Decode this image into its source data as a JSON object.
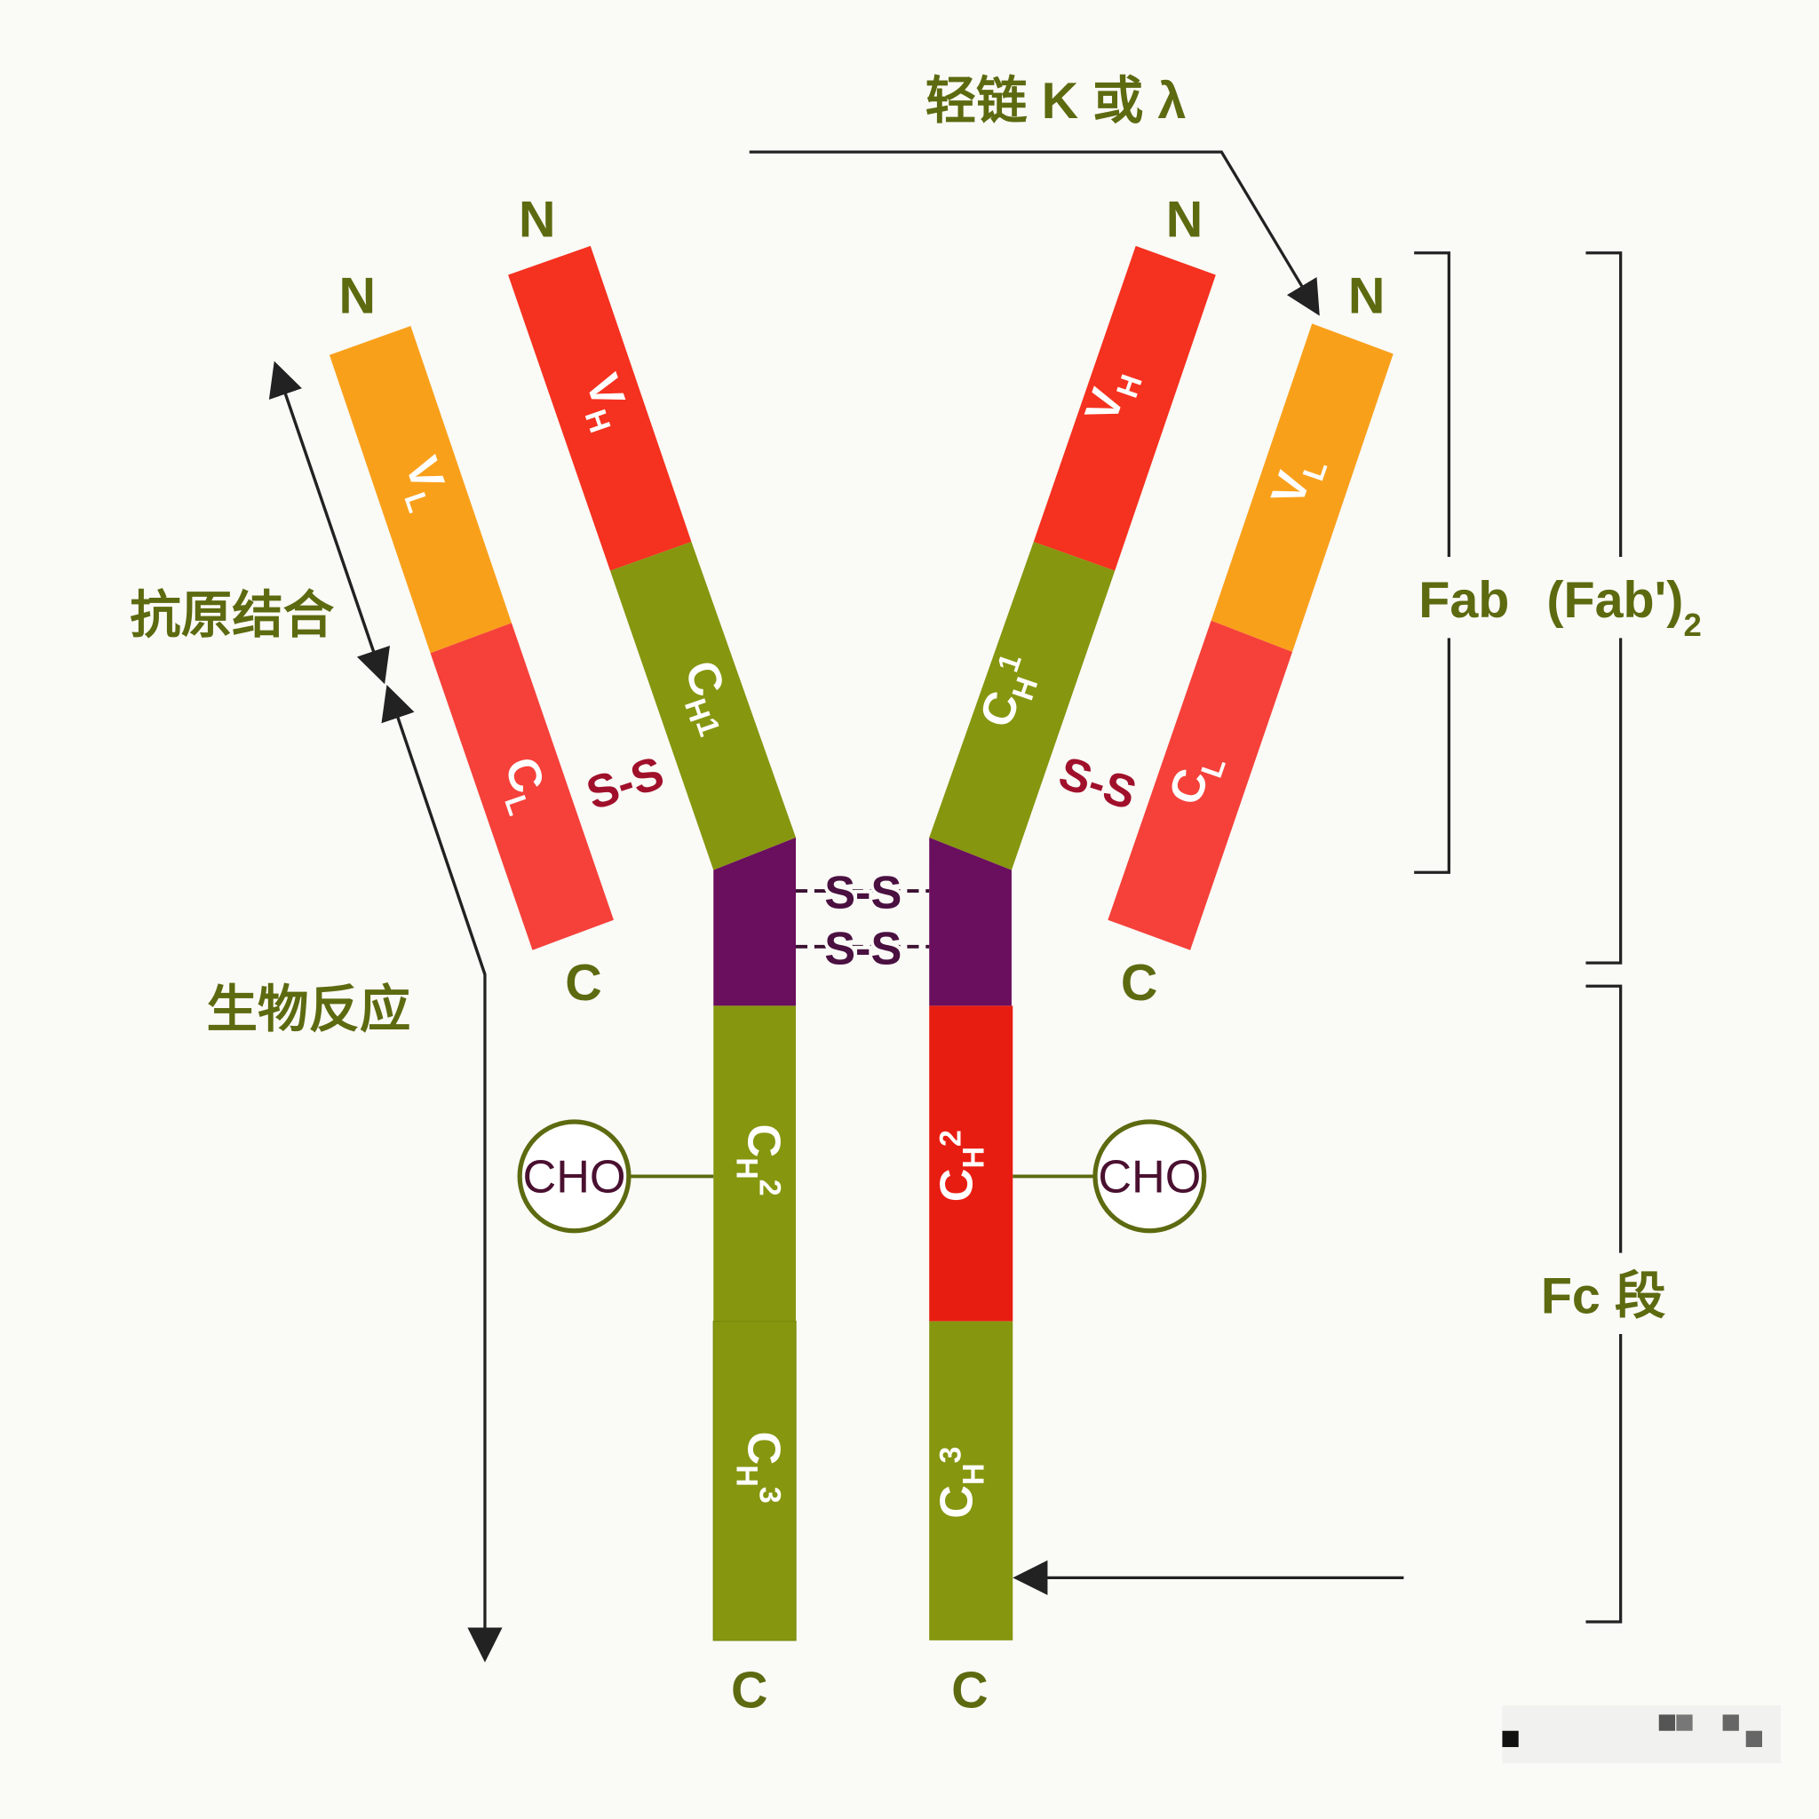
{
  "title": "轻链 K 或 λ",
  "labels": {
    "antigen_binding": "抗原结合",
    "biological_response": "生物反应",
    "fab": "Fab",
    "fab2": "(Fab')",
    "fab2_sub": "2",
    "fc": "Fc 段",
    "n": "N",
    "c": "C",
    "cho": "CHO",
    "ss": "S-S"
  },
  "segments": {
    "vl": "V",
    "vl_sub": "L",
    "vh": "V",
    "vh_sub": "H",
    "cl": "C",
    "cl_sub": "L",
    "ch1": "C",
    "ch1_sub": "H",
    "ch1_num": "1",
    "ch2": "C",
    "ch2_sub": "H",
    "ch2_num": "2",
    "ch3": "C",
    "ch3_sub": "H",
    "ch3_num": "3"
  },
  "colors": {
    "light_variable": "#f9a01b",
    "red": "#f5311f",
    "constant": "#86960f",
    "hinge": "#6a0e5e",
    "text": "#5d6a10"
  }
}
